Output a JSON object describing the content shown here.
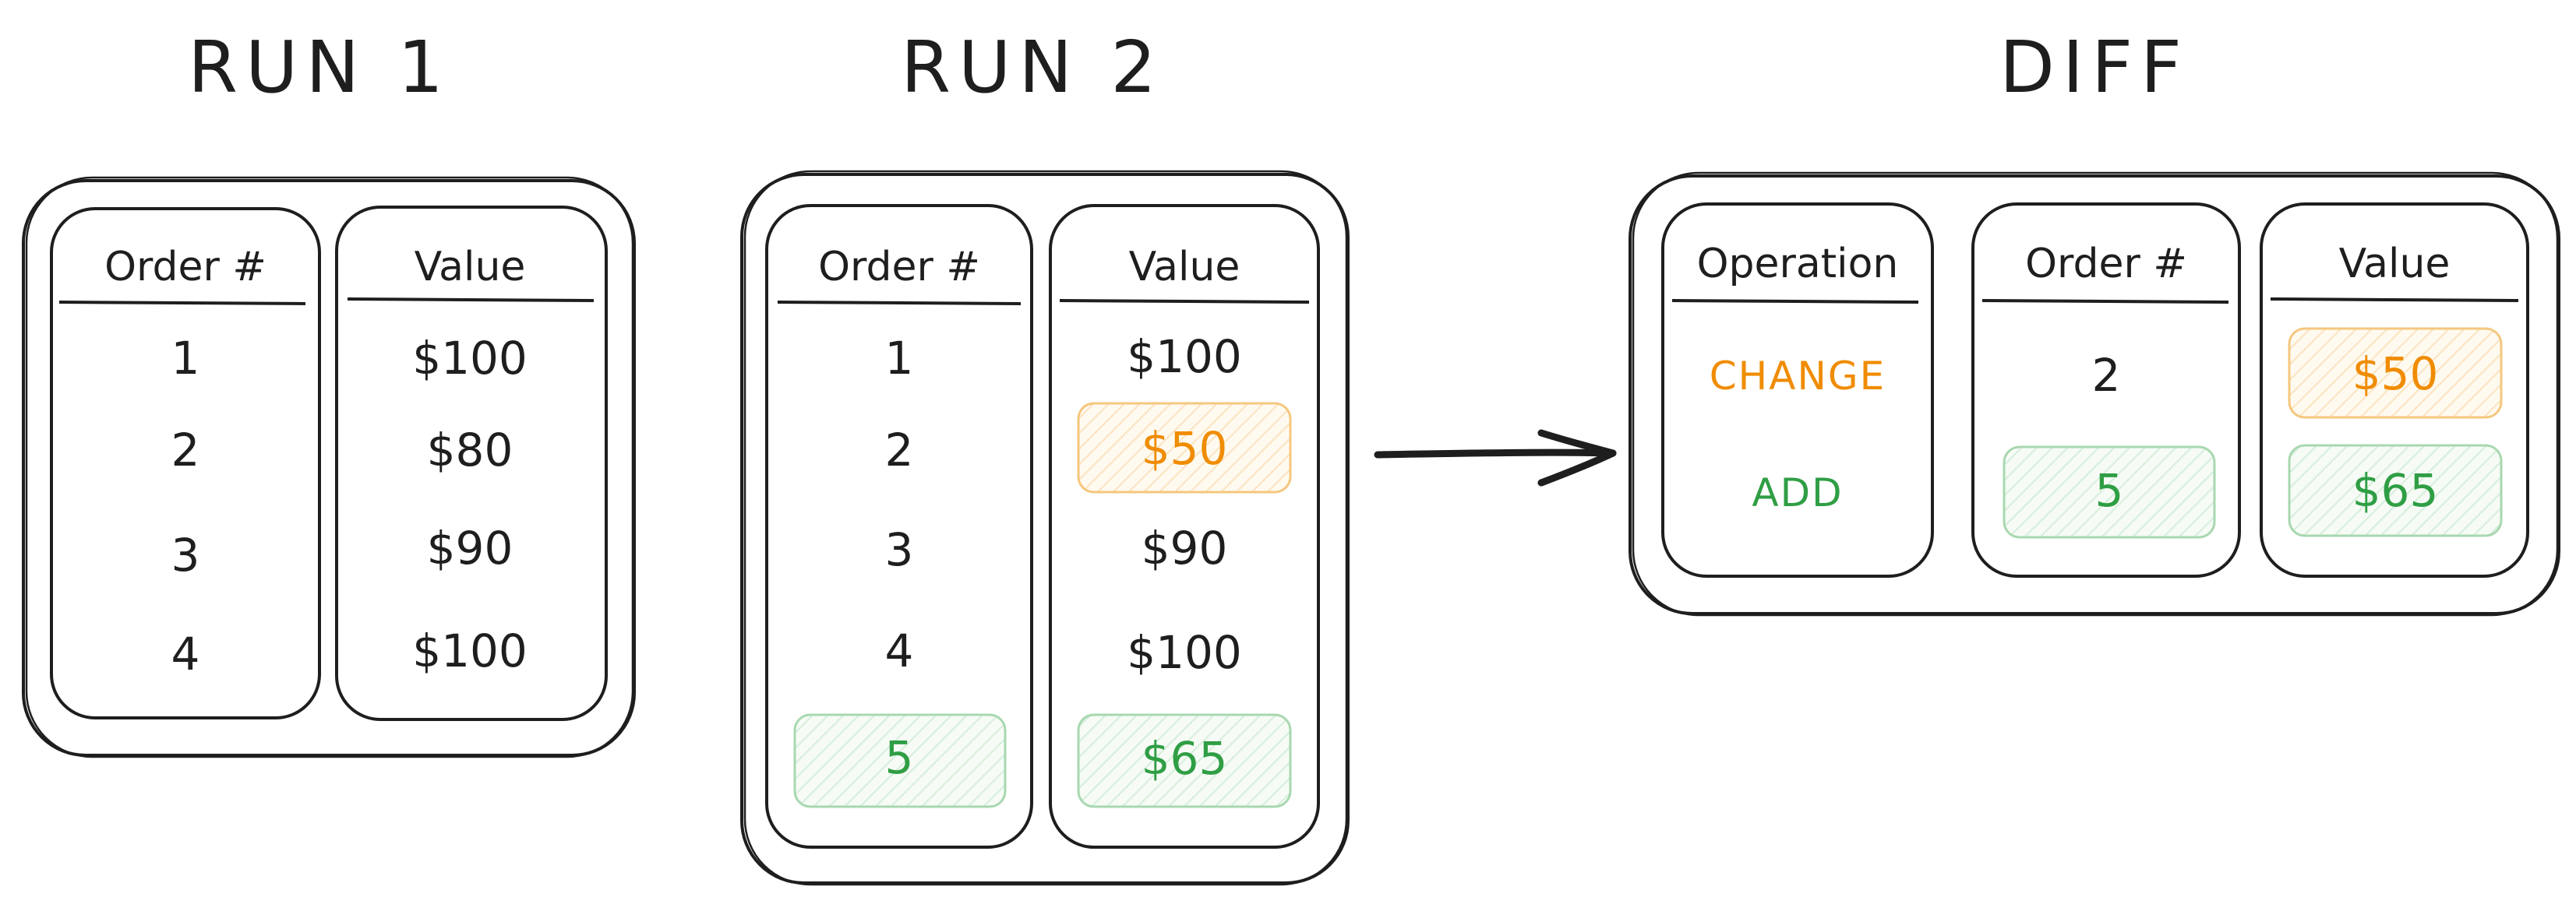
{
  "colors": {
    "ink": "#1e1e1e",
    "change": "#f08c00",
    "add": "#2f9e44"
  },
  "run1": {
    "title": "RUN 1",
    "order_header": "Order #",
    "value_header": "Value",
    "rows": [
      {
        "order": "1",
        "value": "$100"
      },
      {
        "order": "2",
        "value": "$80"
      },
      {
        "order": "3",
        "value": "$90"
      },
      {
        "order": "4",
        "value": "$100"
      }
    ]
  },
  "run2": {
    "title": "RUN 2",
    "order_header": "Order #",
    "value_header": "Value",
    "rows": [
      {
        "order": "1",
        "value": "$100"
      },
      {
        "order": "2",
        "value": "$50"
      },
      {
        "order": "3",
        "value": "$90"
      },
      {
        "order": "4",
        "value": "$100"
      },
      {
        "order": "5",
        "value": "$65"
      }
    ]
  },
  "diff": {
    "title": "DIFF",
    "operation_header": "Operation",
    "order_header": "Order #",
    "value_header": "Value",
    "rows": [
      {
        "operation": "CHANGE",
        "order": "2",
        "value": "$50"
      },
      {
        "operation": "ADD",
        "order": "5",
        "value": "$65"
      }
    ]
  }
}
